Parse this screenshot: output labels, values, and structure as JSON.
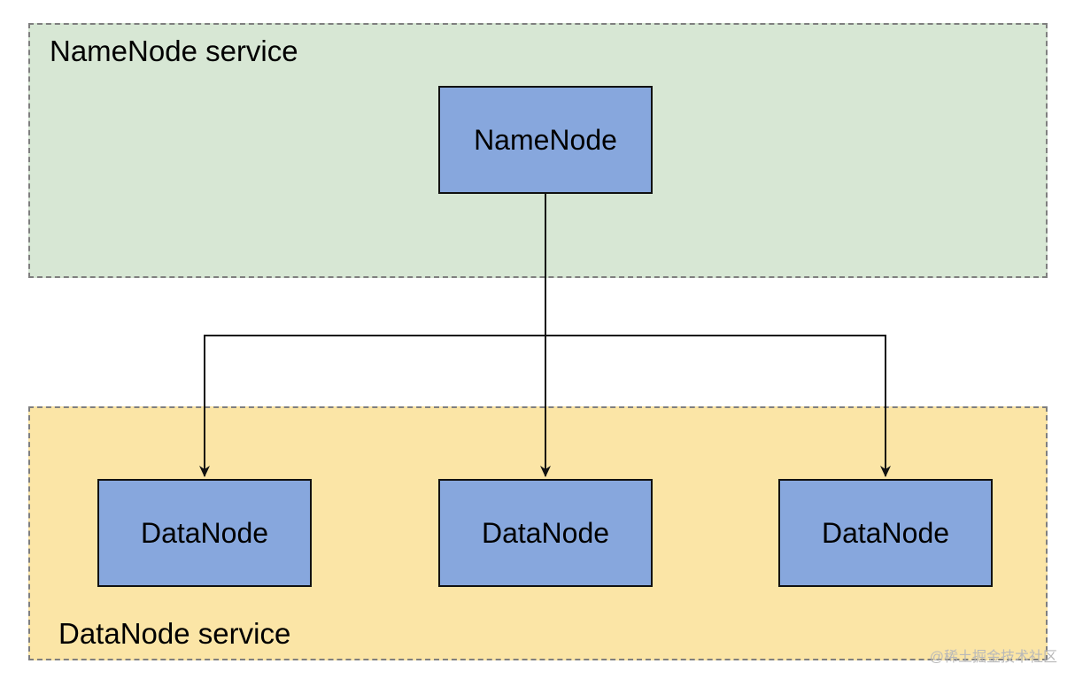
{
  "groups": {
    "namenode_service": "NameNode service",
    "datanode_service": "DataNode service"
  },
  "nodes": {
    "namenode": "NameNode",
    "datanodes": [
      "DataNode",
      "DataNode",
      "DataNode"
    ]
  },
  "colors": {
    "namenode_group_fill": "#d7e7d4",
    "datanode_group_fill": "#fbe5a6",
    "node_fill": "#87a7dd",
    "stroke": "#111111"
  },
  "watermark": "@稀土掘金技术社区"
}
